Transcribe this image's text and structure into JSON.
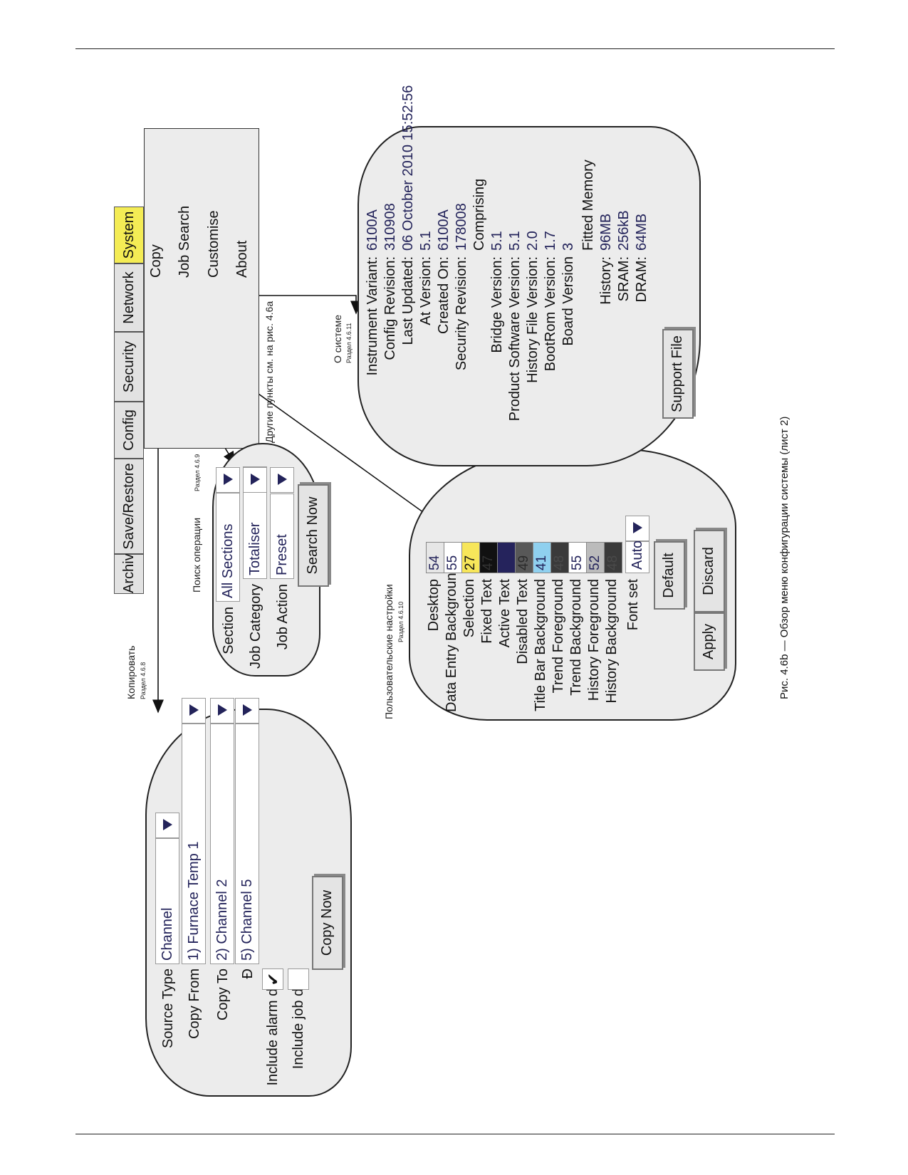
{
  "menu": {
    "tabs": [
      "Archive",
      "Save/Restore",
      "Config",
      "Security",
      "Network",
      "System"
    ],
    "active_tab": "System",
    "system_items": [
      "Copy",
      "Job Search",
      "Customise",
      "About"
    ],
    "other_items_note": "Другие пункты см. на рис. 4.6а"
  },
  "copy": {
    "title": "Копировать",
    "ref": "Раздел 4.6.8",
    "source_type_label": "Source Type",
    "source_type_value": "Channel",
    "copy_from_label": "Copy From",
    "copy_from_value": "1) Furnace Temp 1",
    "copy_to_label": "Copy To",
    "copy_to_value": "2) Channel 2",
    "range_symbol": "Ð",
    "copy_to_end_value": "5) Channel 5",
    "include_alarm_label": "Include alarm data",
    "include_alarm_checked": true,
    "include_job_label": "Include job data",
    "include_job_checked": false,
    "copy_now_button": "Copy Now"
  },
  "job_search": {
    "title": "Поиск операции",
    "ref": "Раздел 4.6.9",
    "section_label": "Section",
    "section_value": "All Sections",
    "category_label": "Job Category",
    "category_value": "Totaliser",
    "action_label": "Job Action",
    "action_value": "Preset",
    "search_button": "Search Now"
  },
  "customise": {
    "title": "Пользовательские настройки",
    "ref": "Раздел 4.6.10",
    "rows": [
      {
        "label": "Desktop",
        "value": "54",
        "bg": "#e6e6e6",
        "fg": "#23235a"
      },
      {
        "label": "Data Entry Background",
        "value": "55",
        "bg": "#ffffff",
        "fg": "#23235a"
      },
      {
        "label": "Selection",
        "value": "27",
        "bg": "#f7e65a",
        "fg": "#111111"
      },
      {
        "label": "Fixed Text",
        "value": "47",
        "bg": "#111111",
        "fg": "#333333"
      },
      {
        "label": "Active Text",
        "value": "",
        "bg": "#25235c",
        "fg": "#25235c"
      },
      {
        "label": "Disabled Text",
        "value": "49",
        "bg": "#585858",
        "fg": "#2a2a2a"
      },
      {
        "label": "Title Bar Background",
        "value": "41",
        "bg": "#8fd0ef",
        "fg": "#23235a"
      },
      {
        "label": "Trend Foreground",
        "value": "48",
        "bg": "#3a3a3a",
        "fg": "#4a4a4a"
      },
      {
        "label": "Trend Background",
        "value": "55",
        "bg": "#ffffff",
        "fg": "#23235a"
      },
      {
        "label": "History Foreground",
        "value": "52",
        "bg": "#bbbbbb",
        "fg": "#23235a"
      },
      {
        "label": "History Background",
        "value": "48",
        "bg": "#3a3a3a",
        "fg": "#4a4a4a"
      }
    ],
    "font_set_label": "Font set",
    "font_set_value": "Auto",
    "default_button": "Default",
    "apply_button": "Apply",
    "discard_button": "Discard"
  },
  "about": {
    "title": "О системе",
    "ref": "Раздел 4.6.11",
    "rows": [
      {
        "label": "Instrument Variant:",
        "value": "6100A"
      },
      {
        "label": "Config Revision:",
        "value": "310908"
      },
      {
        "label": "Last Updated:",
        "value": "06 October 2010 15:52:56"
      },
      {
        "label": "At Version:",
        "value": "5.1"
      },
      {
        "label": "Created On:",
        "value": "6100A"
      },
      {
        "label": "Security Revision:",
        "value": "178008"
      }
    ],
    "comprising_label": "Comprising",
    "versions": [
      {
        "label": "Bridge Version:",
        "value": "5.1"
      },
      {
        "label": "Product Software Version:",
        "value": "5.1"
      },
      {
        "label": "History File Version:",
        "value": "2.0"
      },
      {
        "label": "BootRom Version:",
        "value": "1.7"
      },
      {
        "label": "Board Version",
        "value": "3"
      }
    ],
    "fitted_memory_label": "Fitted Memory",
    "memory": [
      {
        "label": "History:",
        "value": "96MB"
      },
      {
        "label": "SRAM:",
        "value": "256kB"
      },
      {
        "label": "DRAM:",
        "value": "64MB"
      }
    ],
    "support_button": "Support File"
  },
  "caption": "Рис. 4.6b — Обзор меню конфигурации системы (лист 2)"
}
